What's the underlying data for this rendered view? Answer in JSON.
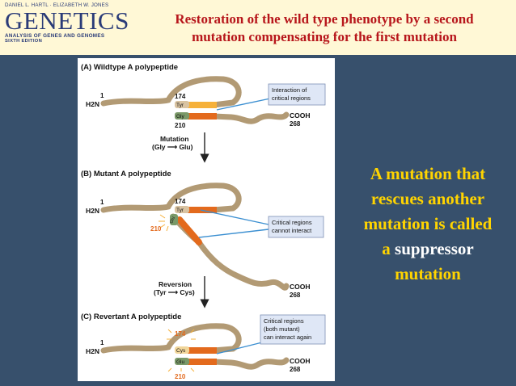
{
  "header": {
    "authors": "DANIEL L. HARTL · ELIZABETH W. JONES",
    "logo": "GENETICS",
    "subtitle": "ANALYSIS OF GENES AND GENOMES",
    "edition": "SIXTH EDITION",
    "title_line1": "Restoration of the wild type phenotype by a second",
    "title_line2": "mutation compensating for the first mutation"
  },
  "figure": {
    "panel_a": {
      "title": "(A) Wildtype A polypeptide",
      "n_term": "H2N",
      "start_num": "1",
      "pos_upper": "174",
      "res_upper": "Tyr",
      "res_lower": "Gly",
      "pos_lower": "210",
      "c_term": "COOH",
      "end_num": "268",
      "box_line1": "Interaction of",
      "box_line2": "critical regions"
    },
    "arrow_1": {
      "line1": "Mutation",
      "line2": "(Gly ⟶ Glu)"
    },
    "panel_b": {
      "title": "(B) Mutant A polypeptide",
      "n_term": "H2N",
      "start_num": "1",
      "pos_upper": "174",
      "res_upper": "Tyr",
      "res_lower": "Glu",
      "pos_lower": "210",
      "c_term": "COOH",
      "end_num": "268",
      "box_line1": "Critical regions",
      "box_line2": "cannot interact"
    },
    "arrow_2": {
      "line1": "Reversion",
      "line2": "(Tyr ⟶ Cys)"
    },
    "panel_c": {
      "title": "(C) Revertant A polypeptide",
      "n_term": "H2N",
      "start_num": "1",
      "pos_upper": "174",
      "res_upper": "Cys",
      "res_lower": "Glu",
      "pos_lower": "210",
      "c_term": "COOH",
      "end_num": "268",
      "box_line1": "Critical regions",
      "box_line2": "(both mutant)",
      "box_line3": "can interact again"
    }
  },
  "callout": {
    "line1": "A mutation that",
    "line2": "rescues another",
    "line3": "mutation is called",
    "line4_prefix": "a",
    "line4_em": "suppressor",
    "line5": "mutation"
  },
  "colors": {
    "background": "#37506c",
    "header_bg": "#fff8d6",
    "title_red": "#b7161b",
    "logo_navy": "#2a3b78",
    "chain_tan": "#b29a74",
    "region_orange": "#e36a1d",
    "region_light": "#f6b13a",
    "callout_yellow": "#ffd400",
    "label_box": "#dfe7f6",
    "pointer_blue": "#3b8fd1"
  }
}
